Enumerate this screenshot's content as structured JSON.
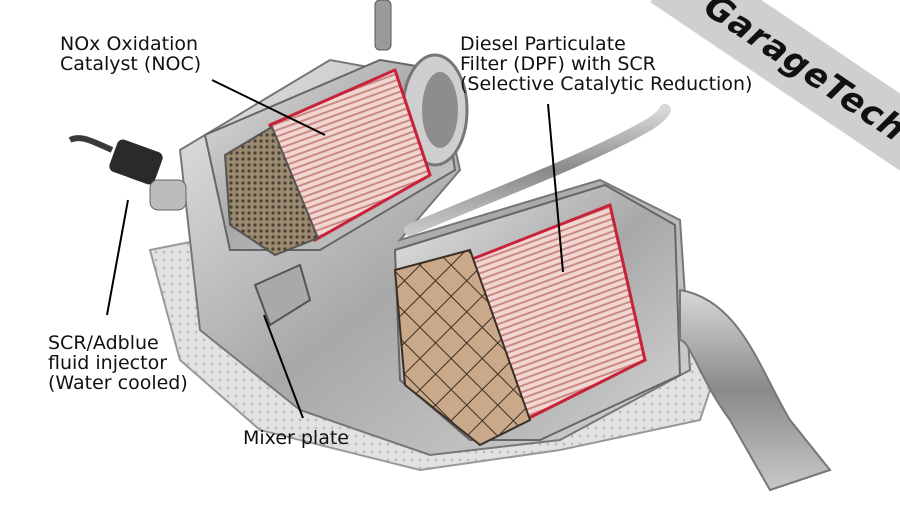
{
  "labels": {
    "noc": {
      "line1": "NOx Oxidation",
      "line2": "Catalyst (NOC)"
    },
    "dpf": {
      "line1": "Diesel Particulate",
      "line2": "Filter (DPF) with SCR",
      "line3": "(Selective Catalytic Reduction)"
    },
    "scr_injector": {
      "line1": "SCR/Adblue",
      "line2": "fluid injector",
      "line3": "(Water cooled)"
    },
    "mixer": {
      "line1": "Mixer plate"
    }
  },
  "watermark": {
    "text": "GarageTech"
  },
  "colors": {
    "catalyst_red": "#c8223a",
    "metal": "#b9b9b9",
    "insulation": "#dcdcdc"
  }
}
